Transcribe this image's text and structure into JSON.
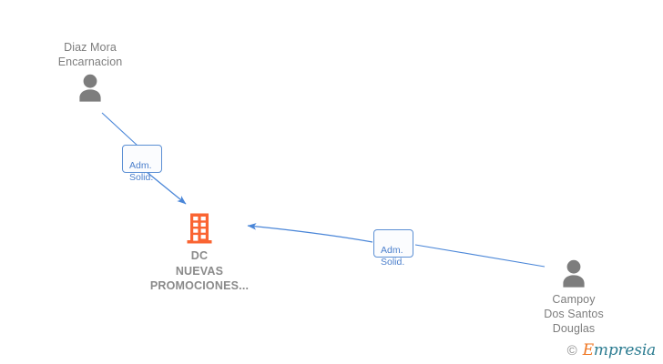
{
  "diagram": {
    "background": "#ffffff",
    "edge_color": "#4a86d8",
    "company_color": "#fa6432",
    "person_color": "#7d7d7d",
    "label_text_color": "#4b7fcc",
    "label_border_color": "#5b8fd4",
    "nodes": [
      {
        "id": "person-diaz-mora-encarnacion",
        "type": "person",
        "icon": "person-icon",
        "label": "Diaz Mora\nEncarnacion",
        "label_position": "above"
      },
      {
        "id": "company-dc-nuevas-promociones",
        "type": "company",
        "icon": "building-icon",
        "label": "DC\nNUEVAS\nPROMOCIONES...",
        "label_position": "below"
      },
      {
        "id": "person-campoy-dos-santos-douglas",
        "type": "person",
        "icon": "person-icon",
        "label": "Campoy\nDos Santos\nDouglas",
        "label_position": "below"
      }
    ],
    "edges": [
      {
        "id": "edge-diaz-mora-to-company",
        "from": "person-diaz-mora-encarnacion",
        "to": "company-dc-nuevas-promociones",
        "label": "Adm.\nSolid.",
        "direction": "to-company"
      },
      {
        "id": "edge-campoy-to-company",
        "from": "person-campoy-dos-santos-douglas",
        "to": "company-dc-nuevas-promociones",
        "label": "Adm.\nSolid.",
        "direction": "to-company"
      }
    ]
  },
  "footer": {
    "copyright_symbol": "©",
    "brand_initial": "E",
    "brand_rest": "mpresia"
  }
}
